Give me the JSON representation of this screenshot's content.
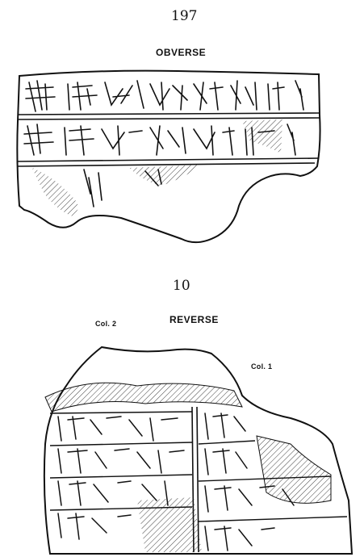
{
  "plate_number": "197",
  "obverse": {
    "label": "OBVERSE"
  },
  "tablet_number": "10",
  "reverse": {
    "label": "REVERSE",
    "col2_label": "Col. 2",
    "col1_label": "Col. 1"
  },
  "colors": {
    "ink": "#111111",
    "paper": "#ffffff"
  }
}
